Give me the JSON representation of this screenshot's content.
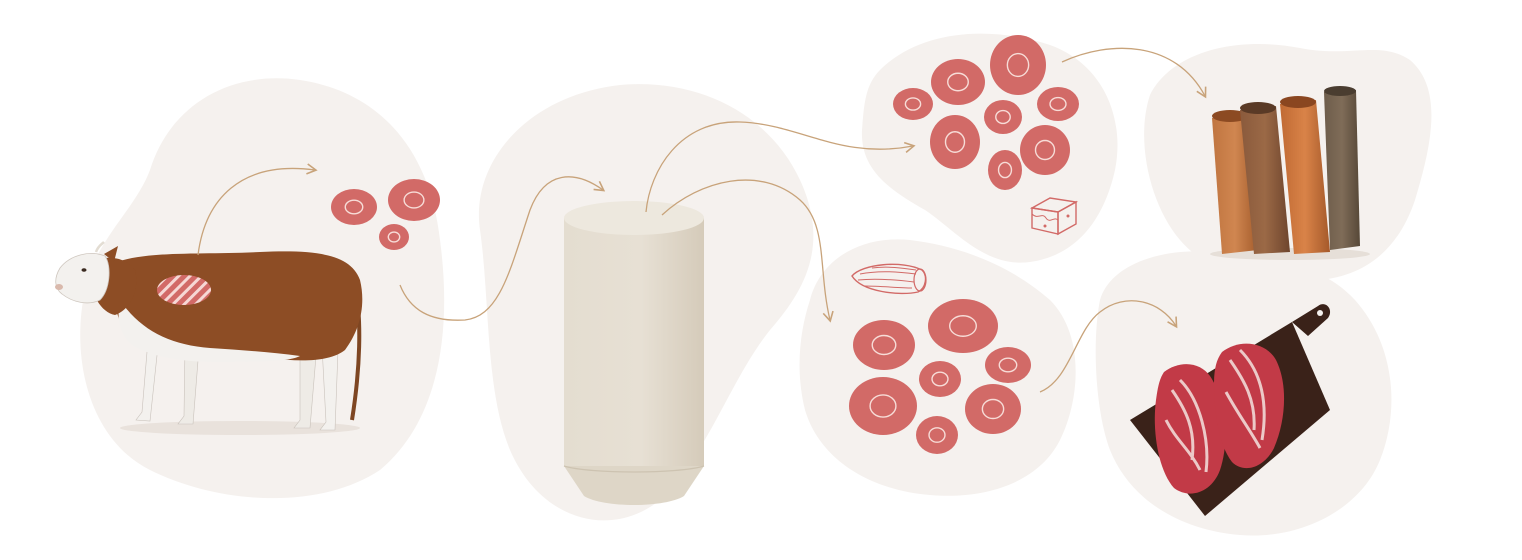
{
  "diagram": {
    "colors": {
      "blob": "#f5f1ee",
      "cell": "#d26a67",
      "cell_ring": "#f7dcd7",
      "arrow": "#c8a37a",
      "tank_light": "#e6dfd3",
      "tank_dark": "#d8cfbf",
      "leather_tan": "#b86a36",
      "leather_brown": "#7a4e34",
      "leather_olive": "#6b5a48",
      "meat_red": "#c23a47",
      "meat_fat": "#f1d9d6",
      "board": "#3a2219",
      "cow_brown": "#8d4d25",
      "cow_white": "#f3f1ee"
    },
    "stages": [
      {
        "id": "cow",
        "icon": "cow-with-tissue-sample-icon"
      },
      {
        "id": "cells",
        "icon": "cell-cluster-icon"
      },
      {
        "id": "bioreactor",
        "icon": "bioreactor-tank-icon"
      },
      {
        "id": "skin-cells",
        "icon": "skin-cell-cluster-icon",
        "badge_icon": "tissue-cube-icon"
      },
      {
        "id": "leather",
        "icon": "leather-rolls-icon"
      },
      {
        "id": "muscle-cells",
        "icon": "muscle-cell-cluster-icon",
        "badge_icon": "muscle-fiber-icon"
      },
      {
        "id": "meat",
        "icon": "steak-on-board-icon"
      }
    ]
  }
}
